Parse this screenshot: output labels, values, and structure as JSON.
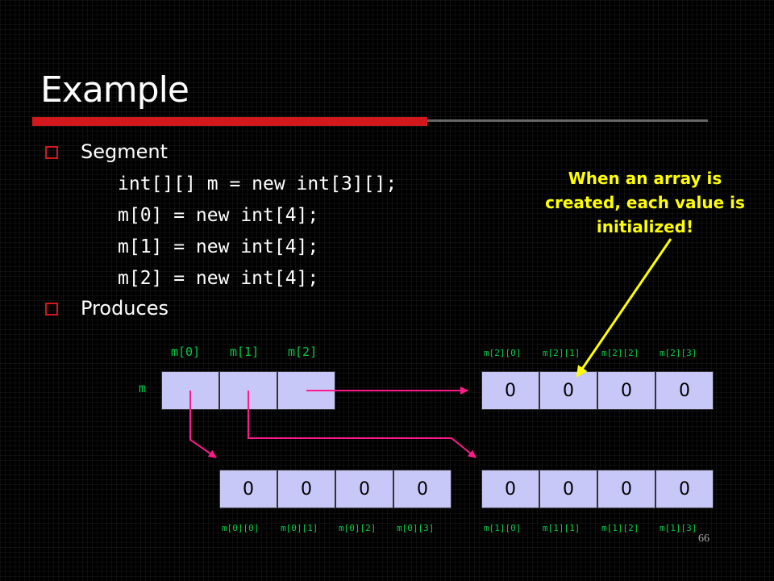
{
  "slide": {
    "title": "Example",
    "bullets": [
      "Segment",
      "Produces"
    ],
    "code": [
      "int[][] m = new int[3][];",
      "m[0] = new int[4];",
      "m[1] = new int[4];",
      "m[2] = new int[4];"
    ],
    "note": "When an array is created, each value is initialized!",
    "page_number": "66"
  },
  "diagram": {
    "var_name": "m",
    "outer_labels": [
      "m[0]",
      "m[1]",
      "m[2]"
    ],
    "row2_labels": [
      "m[2][0]",
      "m[2][1]",
      "m[2][2]",
      "m[2][3]"
    ],
    "row0_labels": [
      "m[0][0]",
      "m[0][1]",
      "m[0][2]",
      "m[0][3]"
    ],
    "row1_labels": [
      "m[1][0]",
      "m[1][1]",
      "m[1][2]",
      "m[1][3]"
    ],
    "row2_values": [
      "0",
      "0",
      "0",
      "0"
    ],
    "row0_values": [
      "0",
      "0",
      "0",
      "0"
    ],
    "row1_values": [
      "0",
      "0",
      "0",
      "0"
    ]
  },
  "colors": {
    "title_rule": "#d2181c",
    "label_green": "#00cc44",
    "note_yellow": "#ffff00",
    "arrow_pink": "#ff1a8c",
    "cell_fill": "#c8c8f8"
  }
}
